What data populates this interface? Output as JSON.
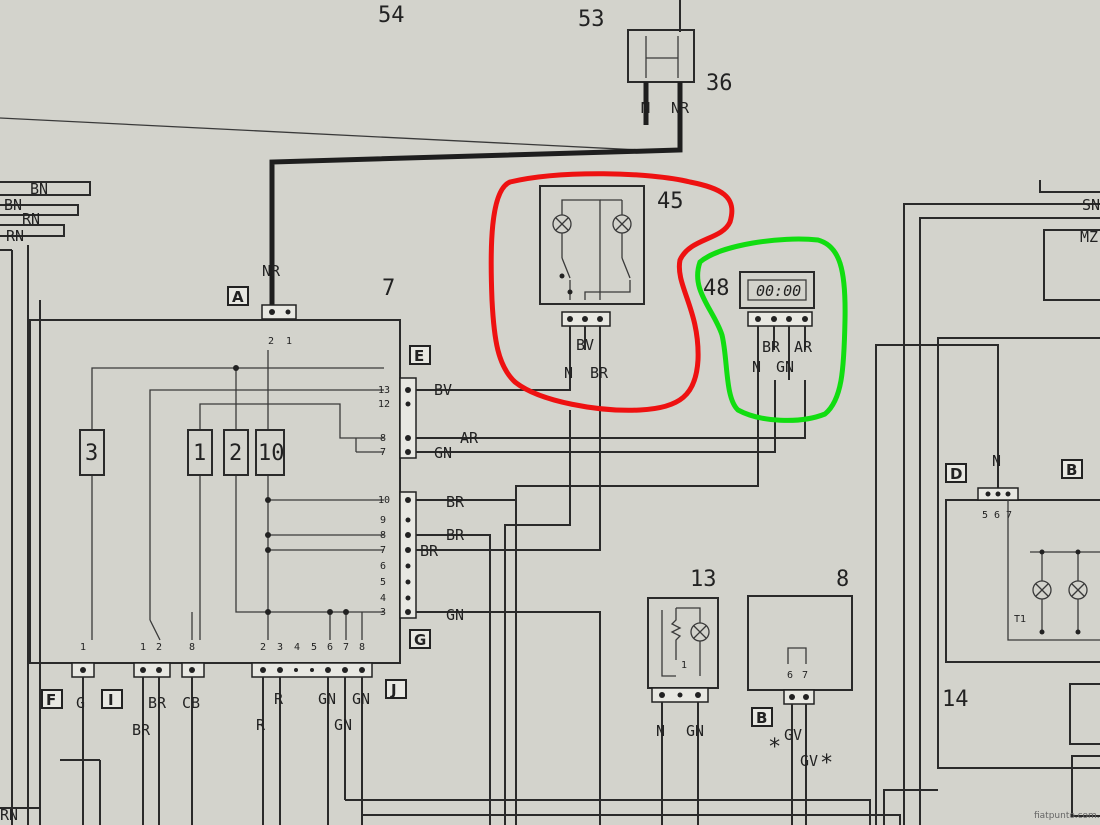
{
  "page_numbers": {
    "p54": "54",
    "p53": "53"
  },
  "components": {
    "c36": {
      "number": "36",
      "wires": [
        "M",
        "NR"
      ]
    },
    "c45": {
      "number": "45",
      "wires": [
        "BV",
        "N",
        "BR"
      ]
    },
    "c48": {
      "number": "48",
      "display": "00:00",
      "wires": [
        "BR",
        "AR",
        "N",
        "GN"
      ]
    },
    "c7": {
      "number": "7"
    },
    "c13": {
      "number": "13",
      "wires": [
        "N",
        "GN"
      ],
      "pin": "1"
    },
    "c8": {
      "number": "8",
      "pins": [
        "6",
        "7"
      ],
      "wires": [
        "GV",
        "GV"
      ],
      "marks": [
        "*",
        "*"
      ]
    },
    "c14": {
      "number": "14",
      "t1": "T1"
    }
  },
  "connectors": {
    "A": "A",
    "E": "E",
    "G": "G",
    "F": "F",
    "I": "I",
    "J": "J",
    "B1": "B",
    "B2": "B",
    "D": "D"
  },
  "block7": {
    "top_pins": [
      "2",
      "1"
    ],
    "top_wire": "NR",
    "fuses": [
      "3",
      "1",
      "2",
      "10"
    ],
    "right_pins_e": [
      "13",
      "12",
      "8",
      "7"
    ],
    "right_pins_g": [
      "10",
      "9",
      "8",
      "7",
      "6",
      "5",
      "4",
      "3"
    ],
    "bottom_pins_f": [
      "1"
    ],
    "bottom_pins_i": [
      "1",
      "2"
    ],
    "bottom_pins_cb": [
      "8"
    ],
    "bottom_pins_j": [
      "2",
      "3",
      "4",
      "5",
      "6",
      "7",
      "8"
    ],
    "right_wires": [
      "BV",
      "AR",
      "GN",
      "BR",
      "BR",
      "BR",
      "GN"
    ],
    "bottom_wires": [
      "G",
      "BR",
      "CB",
      "R",
      "GN",
      "GN",
      "BR",
      "R",
      "GN"
    ]
  },
  "left_wires": [
    "BN",
    "BN",
    "RN",
    "RN",
    "RN"
  ],
  "right_edge": {
    "wires": [
      "SN",
      "MZ"
    ],
    "pins_d": [
      "5",
      "6",
      "7"
    ],
    "wire_n": "N"
  },
  "watermark": "fiatpunto.com.pl",
  "colors": {
    "highlight_45": "#ee1111",
    "highlight_48": "#11dd11"
  }
}
